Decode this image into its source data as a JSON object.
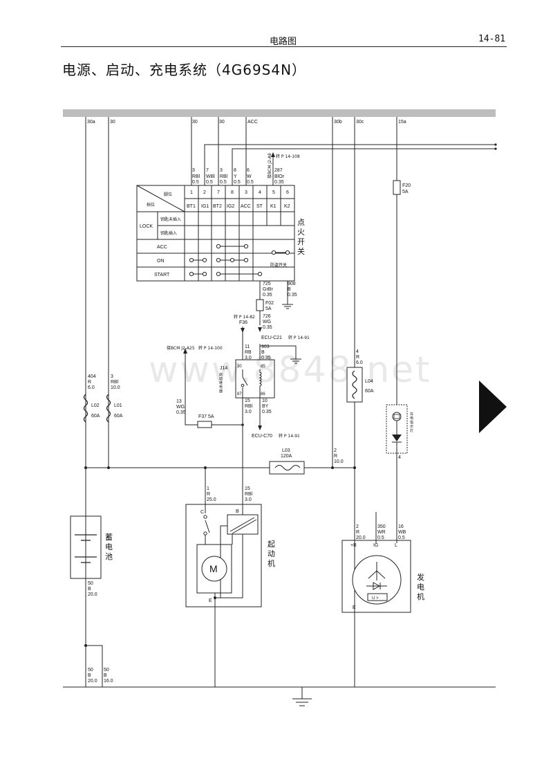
{
  "header": {
    "section": "电路图",
    "page": "14-81"
  },
  "title": "电源、启动、充电系统（4G69S4N）",
  "watermark": "www.8848.net",
  "busbar": {
    "terminals": [
      "30a",
      "30",
      "30",
      "30",
      "ACC",
      "30b",
      "30c",
      "15a"
    ]
  },
  "ignition_switch": {
    "name": "点火开关",
    "header_pin": "脚位",
    "header_pos": "档位",
    "pins": [
      "1",
      "2",
      "7",
      "8",
      "3",
      "4",
      "5",
      "6"
    ],
    "pin_names": [
      "BT1",
      "IG1",
      "BT2",
      "IG2",
      "ACC",
      "ST",
      "K1",
      "K2"
    ],
    "lock": "LOCK",
    "lock_key_out": "钥匙未插入",
    "lock_key_in": "钥匙插入",
    "positions": [
      "ACC",
      "ON",
      "START"
    ],
    "anti_theft": "防盗开关",
    "wires_top": [
      {
        "num": "3",
        "color": "RBl",
        "size": "0.5"
      },
      {
        "num": "7",
        "color": "WBl",
        "size": "0.5"
      },
      {
        "num": "3",
        "color": "RBl",
        "size": "0.5"
      },
      {
        "num": "8",
        "color": "Y",
        "size": "0.5"
      },
      {
        "num": "6",
        "color": "W",
        "size": "0.5"
      },
      {
        "num": "287",
        "color": "BlOr",
        "size": "0.35"
      }
    ],
    "bcm_ref": "接BCM J2-A8",
    "goto_top": "转 P 14-108"
  },
  "wires": {
    "w725": {
      "num": "725",
      "color": "GrBr",
      "size": "0.35"
    },
    "w908": {
      "num": "908",
      "color": "B",
      "size": "0.35"
    },
    "fuse_f02": {
      "name": "F02",
      "rating": "5A"
    },
    "w726": {
      "num": "726",
      "color": "WG",
      "size": "0.35"
    },
    "f36_goto": "转 P 14-82",
    "f36": "F36",
    "ecu_c21": "ECU-C21",
    "goto_c21": "转 P 14-91",
    "w11": {
      "num": "11",
      "color": "RB",
      "size": "3.0"
    },
    "w903": {
      "num": "903",
      "color": "B",
      "size": "0.35"
    },
    "bcm_a25": "接BCM J2-A25",
    "goto_a25": "转 P 14-100",
    "w15a": {
      "num": "15",
      "color": "RBl",
      "size": "3.0"
    },
    "w10": {
      "num": "10",
      "color": "BY",
      "size": "0.35"
    },
    "w13": {
      "num": "13",
      "color": "WG",
      "size": "0.35"
    },
    "fuse_f37": "F37  5A",
    "ecu_c70": "ECU-C70",
    "goto_c70": "转 P 14-91",
    "w404": {
      "num": "404",
      "color": "R",
      "size": "6.0"
    },
    "w3": {
      "num": "3",
      "color": "RBl",
      "size": "10.0"
    },
    "l02": {
      "name": "L02",
      "rating": "60A"
    },
    "l01": {
      "name": "L01",
      "rating": "60A"
    },
    "w4": {
      "num": "4",
      "color": "R",
      "size": "6.0"
    },
    "l04": {
      "name": "L04",
      "rating": "60A"
    },
    "l03": {
      "name": "L03",
      "rating": "120A"
    },
    "w2r10": {
      "num": "2",
      "color": "R",
      "size": "10.0"
    },
    "f20": {
      "name": "F20",
      "rating": "5A"
    },
    "charge_lamp": "充电指示灯",
    "lamp_pin": "4",
    "w1": {
      "num": "1",
      "color": "R",
      "size": "25.0"
    },
    "w15b": {
      "num": "15",
      "color": "RBl",
      "size": "3.0"
    },
    "w2r20": {
      "num": "2",
      "color": "R",
      "size": "20.0"
    },
    "w350": {
      "num": "350",
      "color": "WR",
      "size": "0.5"
    },
    "w16": {
      "num": "16",
      "color": "WB",
      "size": "0.5"
    },
    "w50a": {
      "num": "50",
      "color": "B",
      "size": "20.0"
    },
    "w50b": {
      "num": "50",
      "color": "B",
      "size": "20.0"
    },
    "w50c": {
      "num": "50",
      "color": "B",
      "size": "16.0"
    }
  },
  "relay": {
    "id": "J14",
    "name": "启动继电器",
    "pins": [
      "30",
      "85",
      "87",
      "86"
    ]
  },
  "battery": {
    "name": "蓄电池"
  },
  "starter": {
    "name": "起动机",
    "terminals": [
      "C",
      "B",
      "E"
    ],
    "motor": "M"
  },
  "alternator": {
    "name": "发电机",
    "terminals": [
      "+B",
      "IG",
      "L",
      "E"
    ],
    "regulator": "U >"
  }
}
